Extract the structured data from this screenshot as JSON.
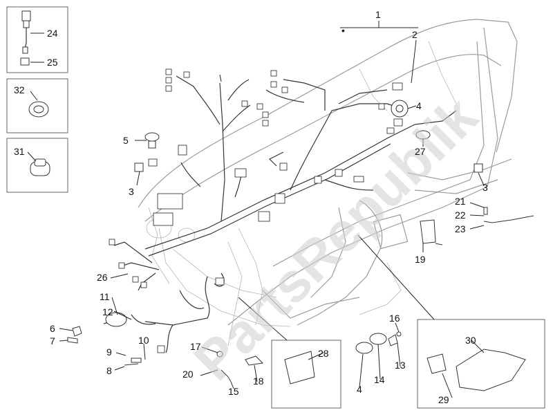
{
  "watermark": "PartsRepublik",
  "callouts": [
    {
      "id": "c1",
      "label": "1"
    },
    {
      "id": "c2",
      "label": "2"
    },
    {
      "id": "c3a",
      "label": "3"
    },
    {
      "id": "c3b",
      "label": "3"
    },
    {
      "id": "c4a",
      "label": "4"
    },
    {
      "id": "c4b",
      "label": "4"
    },
    {
      "id": "c5",
      "label": "5"
    },
    {
      "id": "c6",
      "label": "6"
    },
    {
      "id": "c7",
      "label": "7"
    },
    {
      "id": "c8",
      "label": "8"
    },
    {
      "id": "c9",
      "label": "9"
    },
    {
      "id": "c10",
      "label": "10"
    },
    {
      "id": "c11",
      "label": "11"
    },
    {
      "id": "c12",
      "label": "12"
    },
    {
      "id": "c13",
      "label": "13"
    },
    {
      "id": "c14",
      "label": "14"
    },
    {
      "id": "c15",
      "label": "15"
    },
    {
      "id": "c16",
      "label": "16"
    },
    {
      "id": "c17",
      "label": "17"
    },
    {
      "id": "c18",
      "label": "18"
    },
    {
      "id": "c19",
      "label": "19"
    },
    {
      "id": "c20",
      "label": "20"
    },
    {
      "id": "c21",
      "label": "21"
    },
    {
      "id": "c22",
      "label": "22"
    },
    {
      "id": "c23",
      "label": "23"
    },
    {
      "id": "c24",
      "label": "24"
    },
    {
      "id": "c25",
      "label": "25"
    },
    {
      "id": "c26",
      "label": "26"
    },
    {
      "id": "c27",
      "label": "27"
    },
    {
      "id": "c28",
      "label": "28"
    },
    {
      "id": "c29",
      "label": "29"
    },
    {
      "id": "c30",
      "label": "30"
    },
    {
      "id": "c31",
      "label": "31"
    },
    {
      "id": "c32",
      "label": "32"
    }
  ],
  "legend_bullet": "•"
}
